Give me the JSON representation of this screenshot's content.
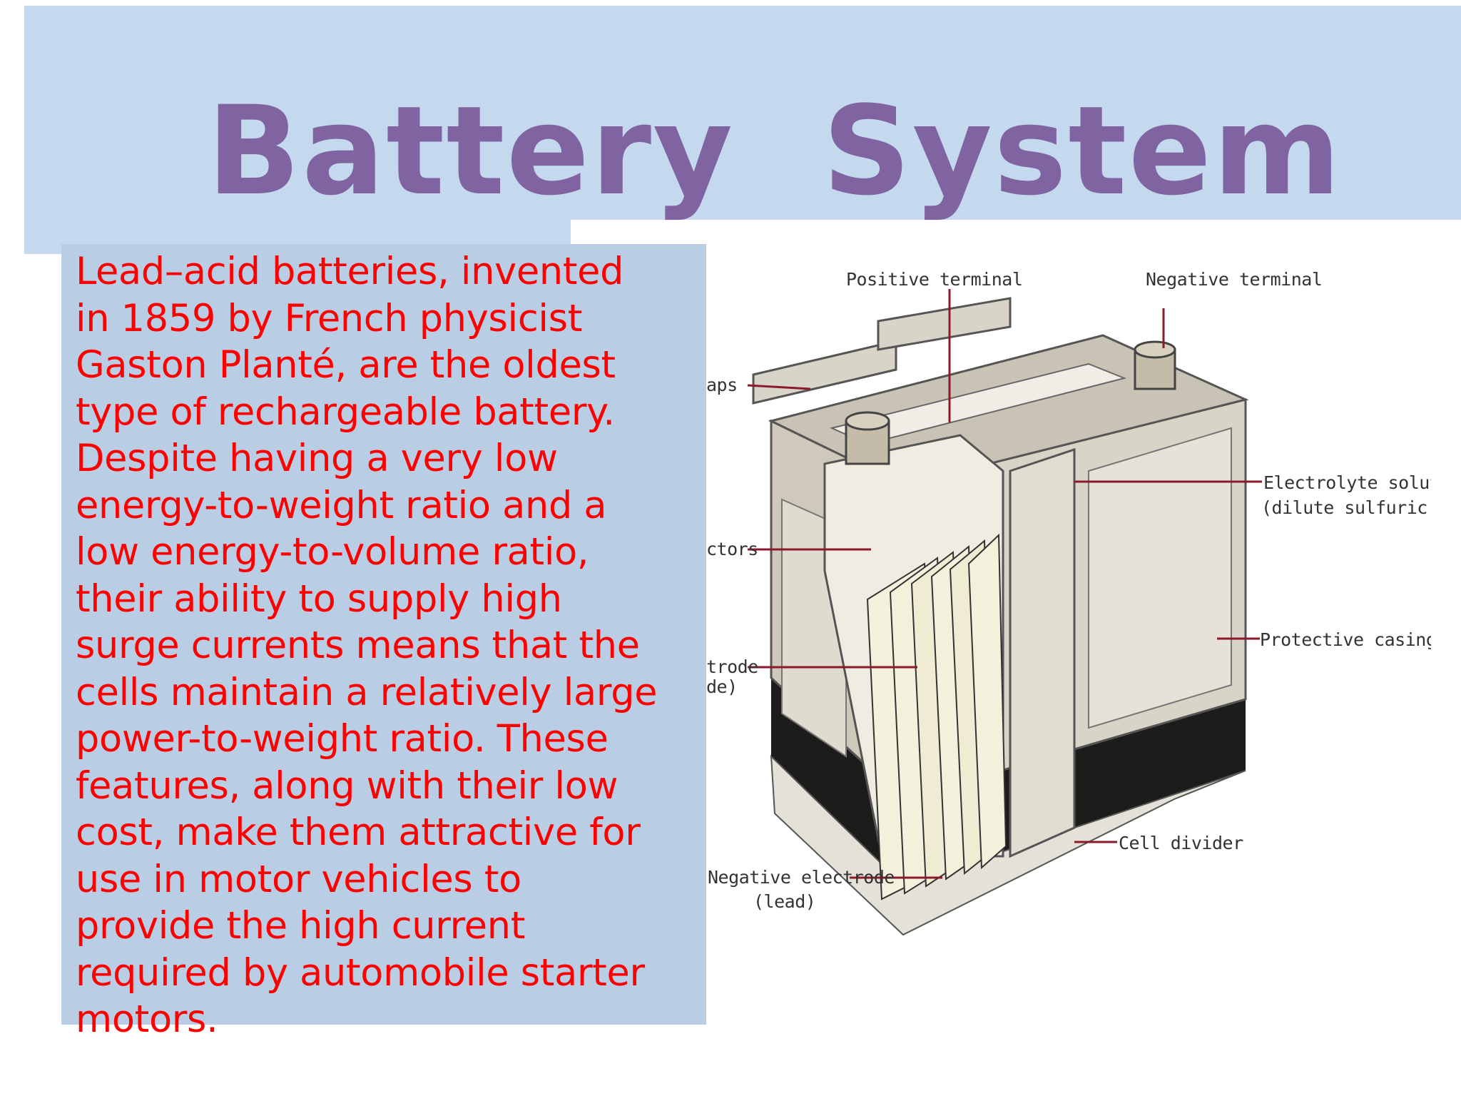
{
  "slide": {
    "title": "Battery  System",
    "body": "Lead–acid batteries, invented\nin 1859 by French physicist\nGaston Planté, are the oldest\ntype of rechargeable battery.\nDespite having a very low\nenergy-to-weight ratio and a\nlow energy-to-volume ratio,\ntheir ability to supply high\nsurge currents means that the\ncells maintain a relatively large\npower-to-weight ratio. These\nfeatures, along with their low\ncost, make them attractive for\nuse in motor vehicles to\nprovide the high current\nrequired by automobile starter\nmotors."
  },
  "diagram": {
    "labels": {
      "positive_terminal": "Positive terminal",
      "negative_terminal": "Negative terminal",
      "caps": "aps",
      "connectors": "ctors",
      "electrode_1": "trode",
      "electrode_2": "de)",
      "electrolyte_1": "Electrolyte solution",
      "electrolyte_2": "(dilute sulfuric acid)",
      "protective_casing": "Protective casing",
      "cell_divider": "Cell divider",
      "negative_electrode_1": "Negative electrode",
      "negative_electrode_2": "(lead)"
    },
    "colors": {
      "casing": "#d9d4c8",
      "casing_shadow": "#b8b2a4",
      "base": "#1e1c1a",
      "plates": "#f3f0dc",
      "leader_line": "#8b1a2b"
    }
  }
}
